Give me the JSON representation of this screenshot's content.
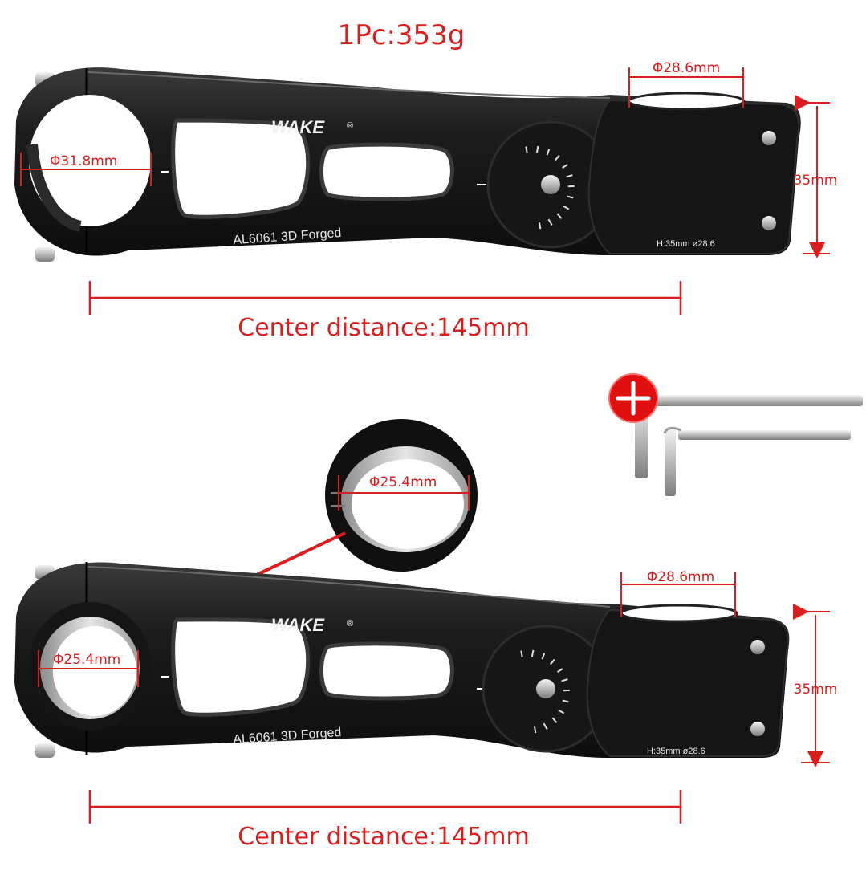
{
  "weight_label": "1Pc:353g",
  "brand": "WAKE",
  "brand_mark": "®",
  "top_stem": {
    "material_label": "AL6061 3D Forged",
    "spec_label": "H:35mm ø28.6",
    "bar_clamp_dim": "Φ31.8mm",
    "steerer_dim": "Φ28.6mm",
    "height_dim": "35mm",
    "center_distance": "Center distance:145mm"
  },
  "shim": {
    "dim": "Φ25.4mm"
  },
  "bottom_stem": {
    "material_label": "AL6061 3D Forged",
    "spec_label": "H:35mm ø28.6",
    "bar_clamp_dim": "Φ25.4mm",
    "steerer_dim": "Φ28.6mm",
    "height_dim": "35mm",
    "center_distance": "Center distance:145mm"
  },
  "colors": {
    "annotation_red": "#d81e1e",
    "stem_black": "#1b1b1b",
    "plus_badge": "#e01010"
  },
  "icons": {
    "plus_badge": "plus-icon",
    "hex_keys": "hex-key-icon"
  }
}
